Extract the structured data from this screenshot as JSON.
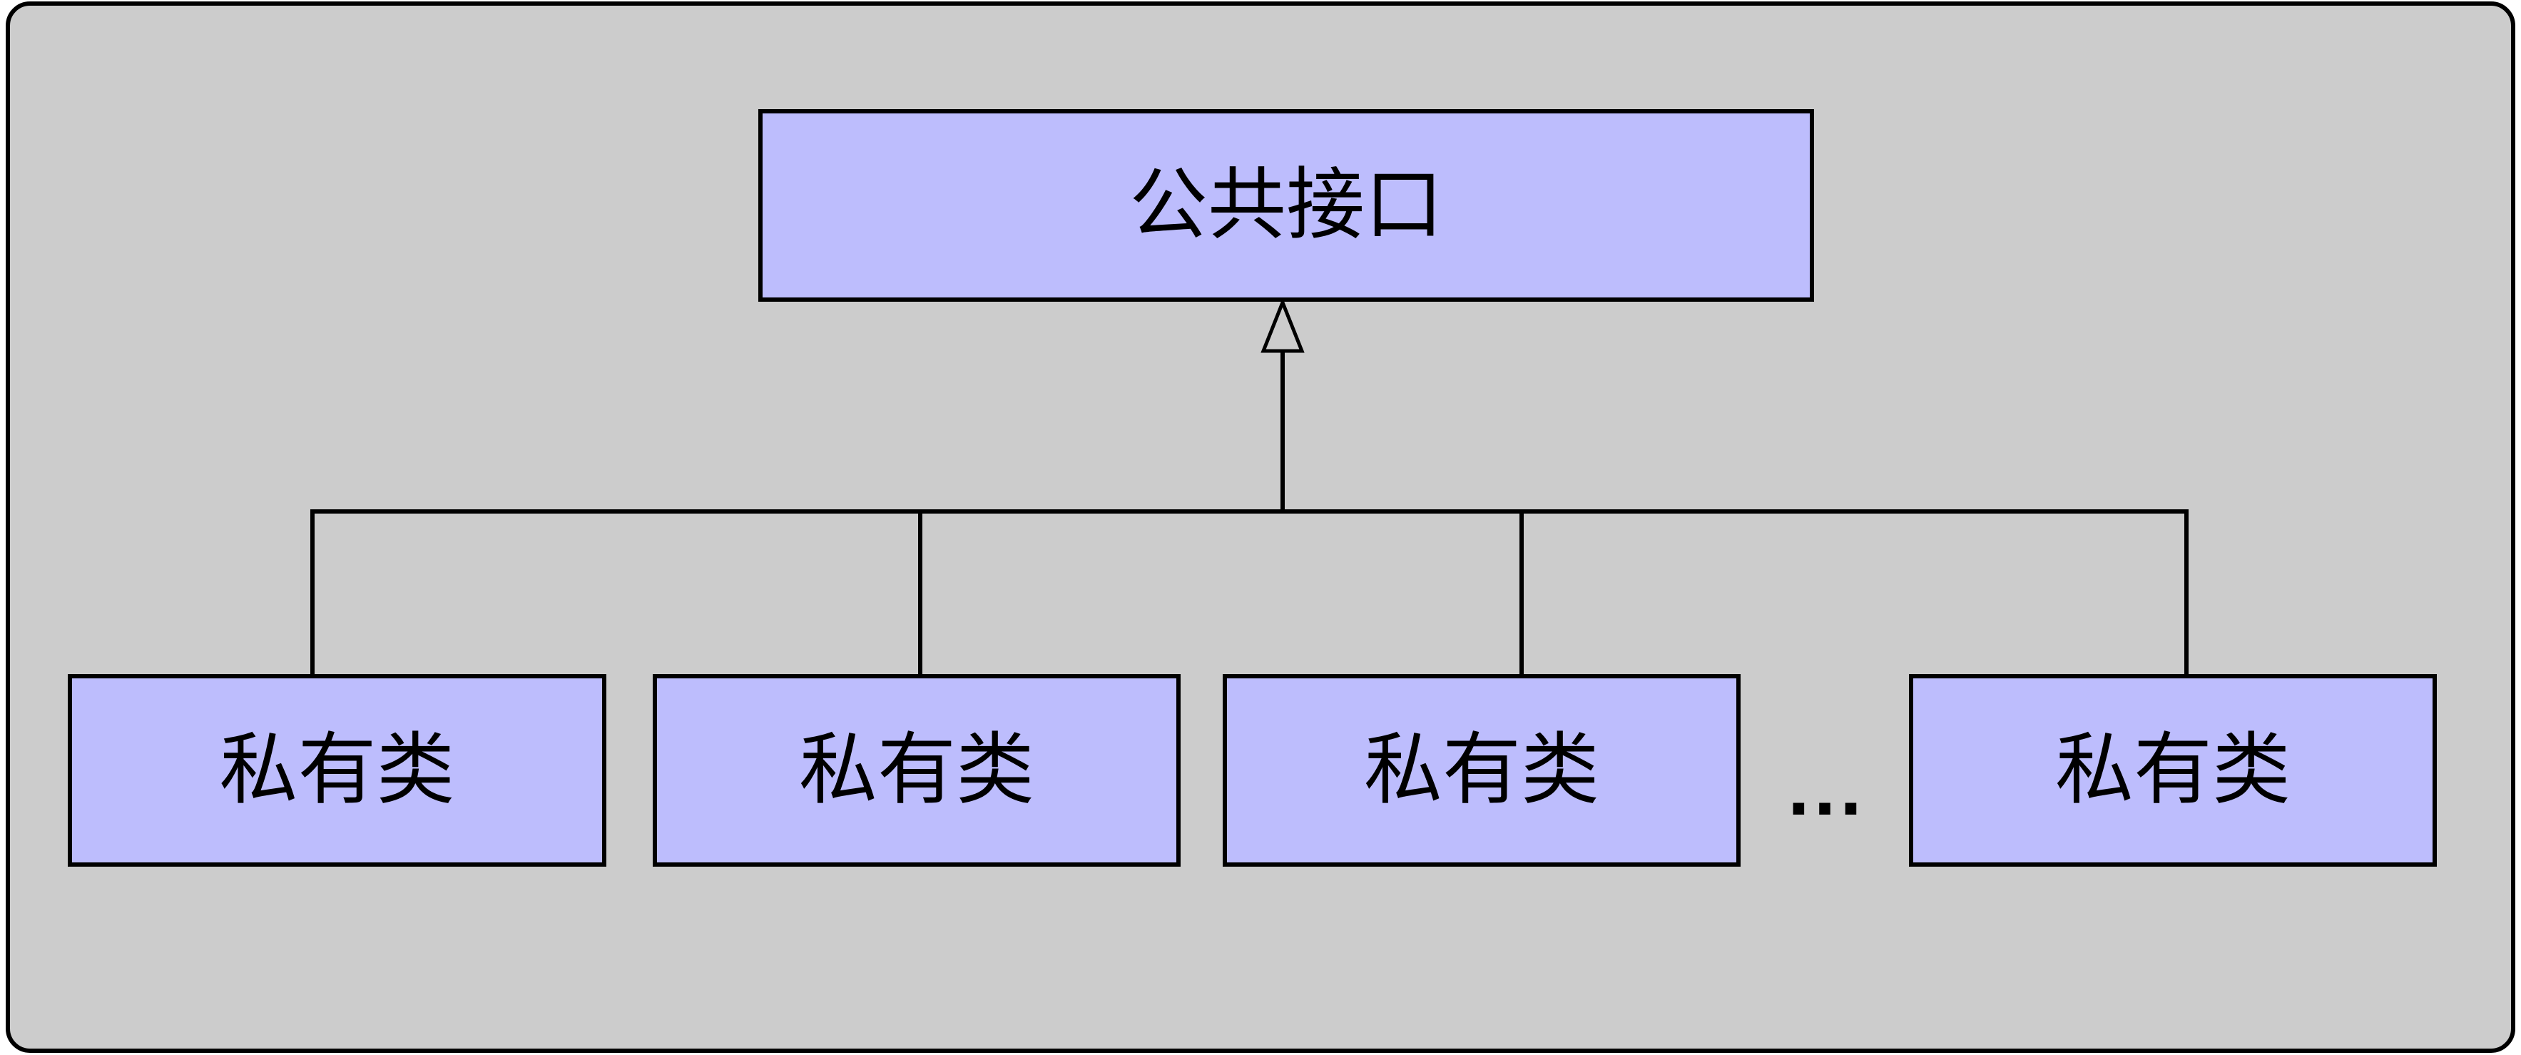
{
  "diagram": {
    "top_node": {
      "label": "公共接口"
    },
    "bottom_nodes": [
      {
        "label": "私有类"
      },
      {
        "label": "私有类"
      },
      {
        "label": "私有类"
      },
      {
        "label": "私有类"
      }
    ],
    "ellipsis": "...",
    "connector": {
      "type": "generalization",
      "arrowhead": "hollow-triangle-up",
      "description": "bottom nodes connect via a bus line and hollow-triangle arrow to the top node"
    },
    "colors": {
      "page_background": "#ffffff",
      "panel_background": "#cccccc",
      "node_fill": "#bdbdfd",
      "line": "#000000"
    }
  }
}
